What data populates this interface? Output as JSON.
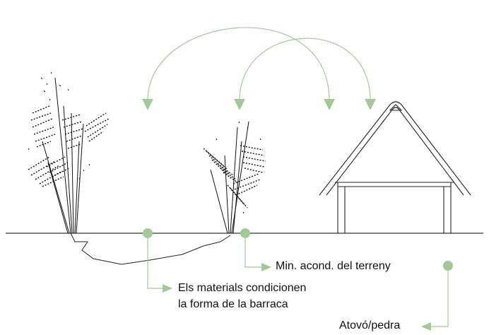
{
  "colors": {
    "accent": "#a3c99b",
    "ink": "#111111",
    "ground": "#333333"
  },
  "labels": {
    "terrain": "Min. acond. del terreny",
    "materials_line1": "Els materials condicionen",
    "materials_line2": "la forma de la barraca",
    "atovo": "Atovó/pedra"
  }
}
